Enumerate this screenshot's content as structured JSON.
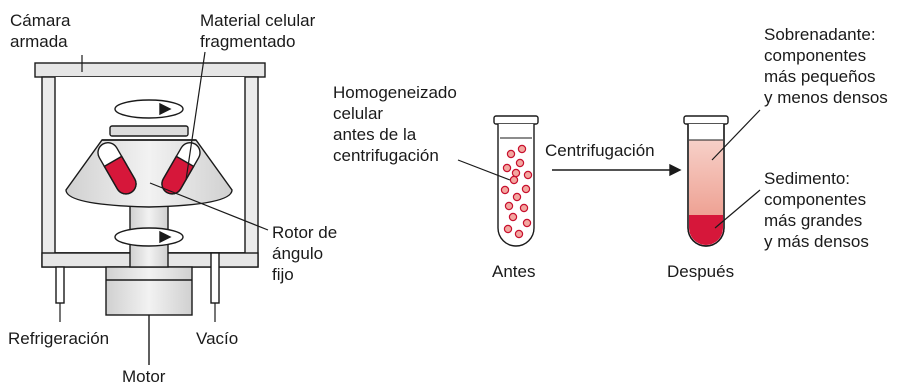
{
  "labels": {
    "chamber": "Cámara\narmada",
    "fragmented": "Material celular\nfragmentado",
    "rotor": "Rotor de\nángulo\nfijo",
    "refrigeration": "Refrigeración",
    "vacuum": "Vacío",
    "motor": "Motor",
    "homogenate": "Homogeneizado\ncelular\nantes de la\ncentrifugación",
    "centrifugation": "Centrifugación",
    "before": "Antes",
    "after": "Después",
    "supernatant": "Sobrenadante:\ncomponentes\nmás pequeños\ny menos densos",
    "sediment": "Sedimento:\ncomponentes\nmás grandes\ny más densos"
  },
  "colors": {
    "outline": "#1a1a1a",
    "chamber_fill": "#e8e8e8",
    "sample_red": "#d6173a",
    "particle_fill": "#f3a7a0",
    "particle_stroke": "#c8102e",
    "supernatant_top": "#f7d0c8",
    "supernatant_bottom": "#f0a898"
  }
}
